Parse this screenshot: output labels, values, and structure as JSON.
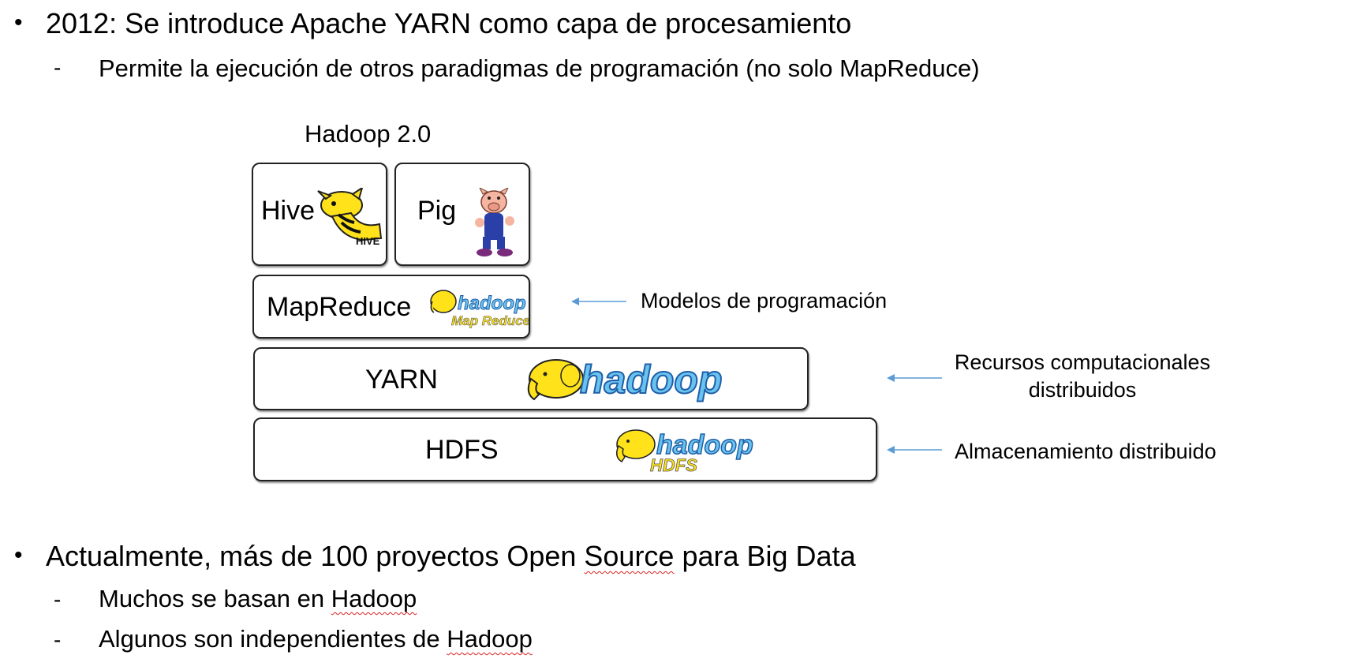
{
  "bullets": {
    "b1": "2012: Se introduce Apache YARN como capa de procesamiento",
    "b1_sub": "Permite la ejecución de otros paradigmas de programación (no solo MapReduce)",
    "b2_pre": "Actualmente, más de 100 proyectos Open ",
    "b2_source": "Source",
    "b2_post": " para Big Data",
    "b2_sub1_pre": "Muchos se basan en ",
    "b2_sub1_link": "Hadoop",
    "b2_sub2_pre": "Algunos son independientes de ",
    "b2_sub2_link": "Hadoop",
    "dash": "-",
    "dot": "•"
  },
  "diagram": {
    "title": "Hadoop 2.0",
    "hive": "Hive",
    "hive_logo_text": "HIVE",
    "pig": "Pig",
    "mapreduce": "MapReduce",
    "mapreduce_logo_text1": "hadoop",
    "mapreduce_logo_text2": "Map Reduce",
    "yarn": "YARN",
    "yarn_logo_text": "hadoop",
    "hdfs": "HDFS",
    "hdfs_logo_text1": "hadoop",
    "hdfs_logo_text2": "HDFS"
  },
  "annotations": {
    "modelos": "Modelos de programación",
    "recursos_l1": "Recursos computacionales",
    "recursos_l2": "distribuidos",
    "almacenamiento": "Almacenamiento distribuido"
  },
  "colors": {
    "arrow": "#5b9bd5",
    "squiggle": "#dd2222",
    "hadoop_yellow": "#ffe21a",
    "hadoop_blue": "#1e5fa8"
  }
}
